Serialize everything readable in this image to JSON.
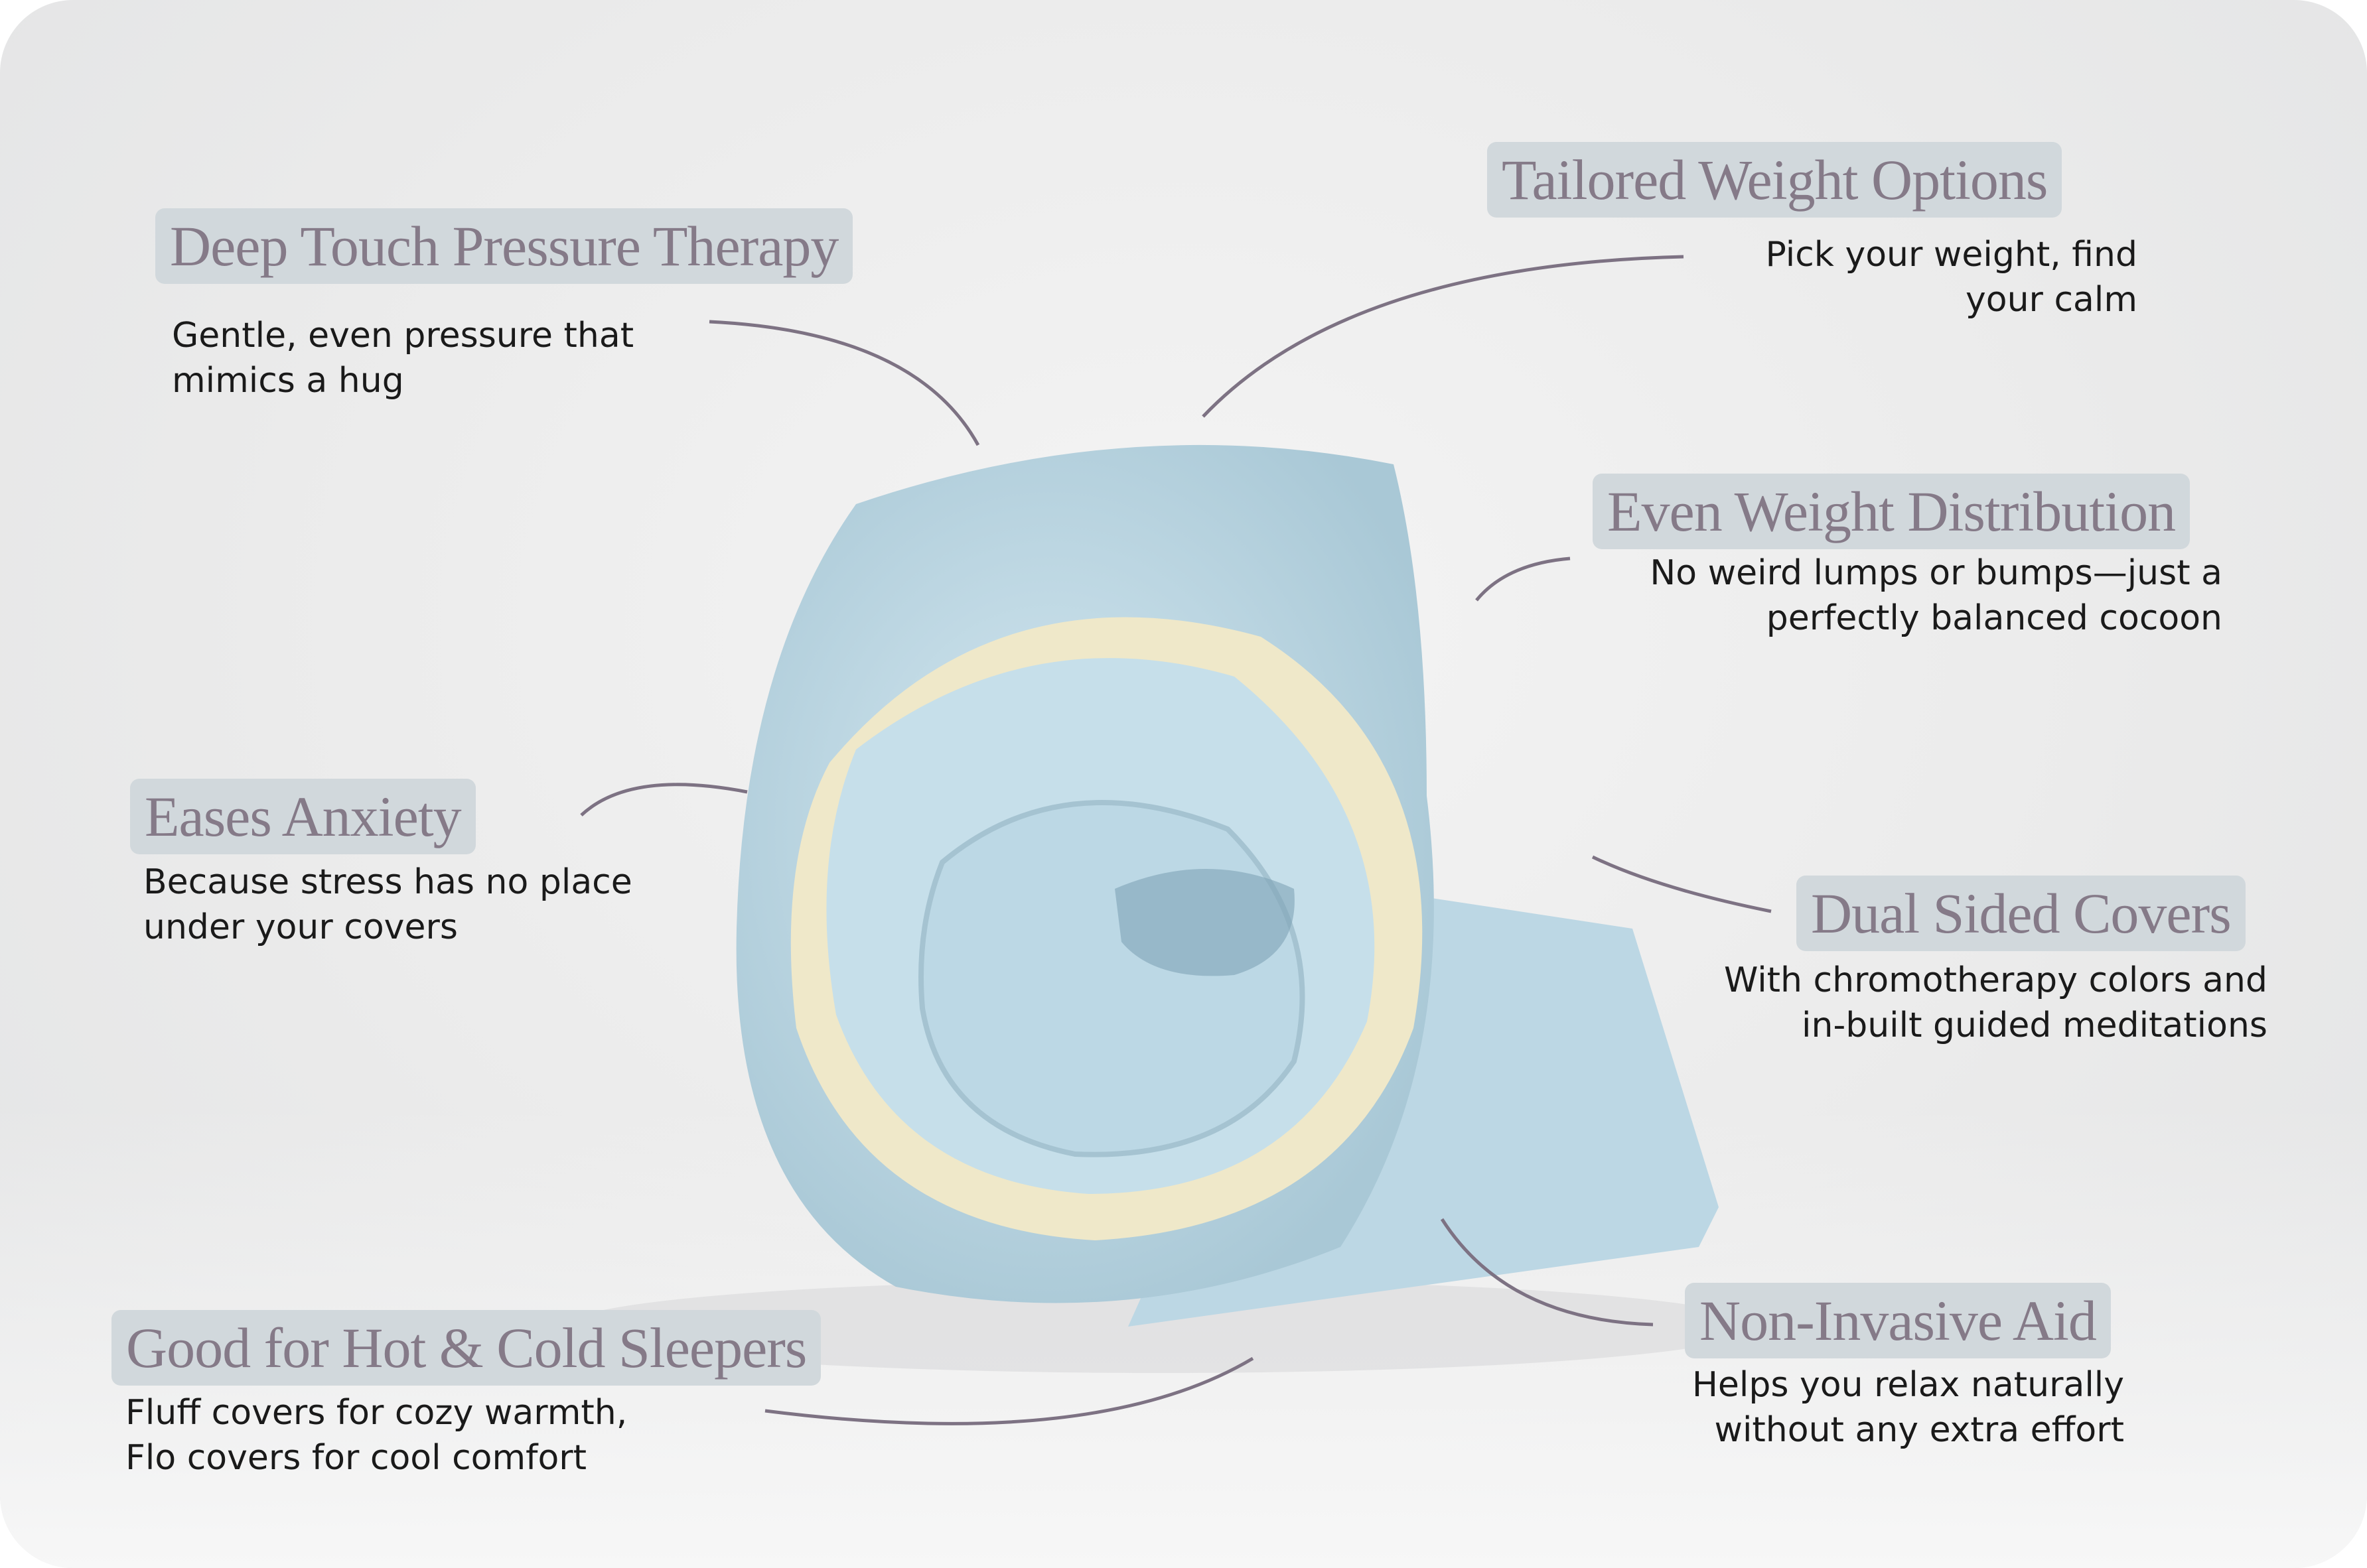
{
  "colors": {
    "pill_bg": "#d1d8dc",
    "title_text": "#857a88",
    "body_text": "#1a1a1a",
    "blanket_blue": "#c3dde9",
    "blanket_cream": "#f1ecd2",
    "leader_line": "#7d7283"
  },
  "features": [
    {
      "title": "Deep Touch Pressure Therapy",
      "lines": [
        "Gentle, even pressure that",
        "mimics a hug"
      ]
    },
    {
      "title": "Tailored Weight Options",
      "lines": [
        "Pick your weight, find",
        "your calm"
      ]
    },
    {
      "title": "Even Weight Distribution",
      "lines": [
        "No weird lumps or bumps—just a",
        "perfectly balanced cocoon"
      ]
    },
    {
      "title": "Eases Anxiety",
      "lines": [
        "Because stress has no place",
        "under your covers"
      ]
    },
    {
      "title": "Dual Sided Covers",
      "lines": [
        "With chromotherapy colors and",
        "in-built guided meditations"
      ]
    },
    {
      "title": "Good for Hot & Cold Sleepers",
      "lines": [
        "Fluff covers for cozy warmth,",
        "Flo covers for cool comfort"
      ]
    },
    {
      "title": "Non-Invasive Aid",
      "lines": [
        "Helps you relax naturally",
        "without any extra effort"
      ]
    }
  ]
}
